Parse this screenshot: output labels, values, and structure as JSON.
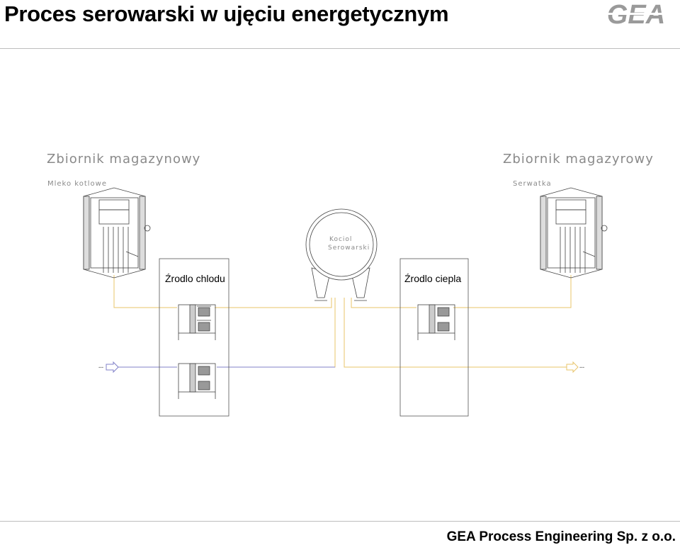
{
  "page": {
    "title": "Proces serowarski w ujęciu energetycznym",
    "footer": "GEA Process Engineering Sp. z o.o.",
    "logo_text": "GEA"
  },
  "diagram": {
    "tank_left": {
      "heading": "Zbiornik magazynowy",
      "sublabel": "Mleko kotlowe"
    },
    "tank_right": {
      "heading": "Zbiornik magazyrowy",
      "sublabel": "Serwatka"
    },
    "kettle": {
      "line1": "Kociol",
      "line2": "Serowarski"
    },
    "cold_source": "Źrodlo chlodu",
    "heat_source": "Źrodlo ciepla",
    "colors": {
      "warm_pipe": "#e8c46a",
      "cold_pipe": "#8080c8",
      "outline": "#555555"
    }
  }
}
